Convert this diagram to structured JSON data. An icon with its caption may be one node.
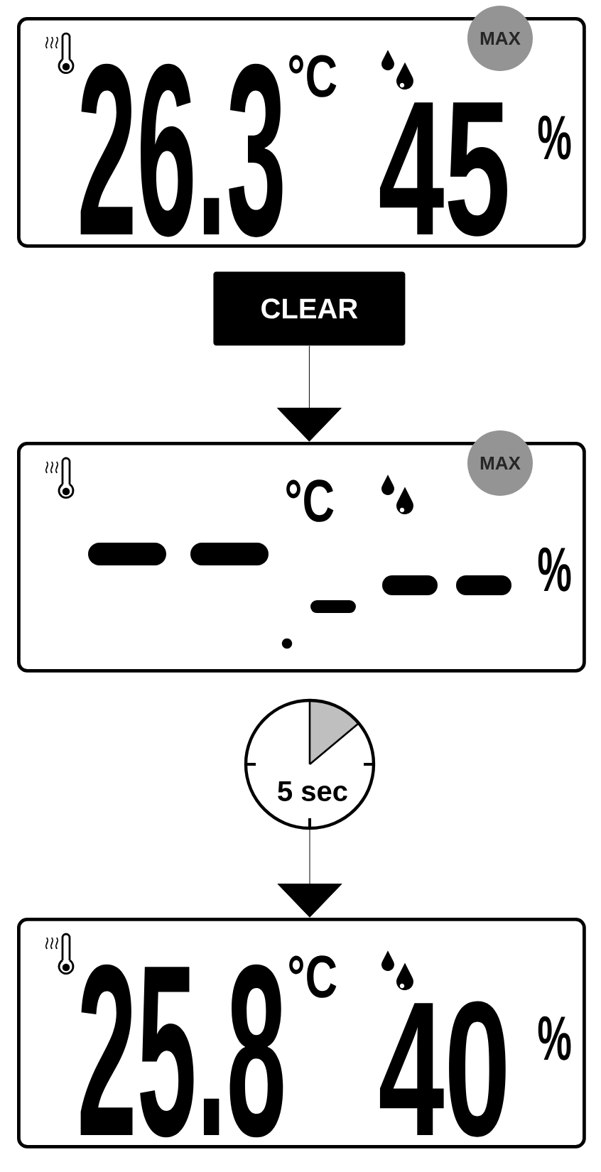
{
  "diagram": {
    "nodes": [
      {
        "text": [
          "°C",
          "26.3",
          "45",
          "%"
        ]
      },
      {
        "text": [
          "MAX"
        ],
        "in": 0
      },
      {
        "text": [
          "CLEAR"
        ]
      },
      {
        "text": [
          "°C",
          "%"
        ]
      },
      {
        "text": [
          "MAX"
        ],
        "in": 3
      },
      {
        "text": [
          "5 sec"
        ]
      },
      {
        "text": [
          "°C",
          "25.8",
          "40",
          "%"
        ]
      }
    ],
    "edges": [
      {
        "from": 2,
        "to": 3,
        "arrow": "to"
      },
      {
        "from": 5,
        "to": 6,
        "arrow": "to"
      }
    ]
  }
}
